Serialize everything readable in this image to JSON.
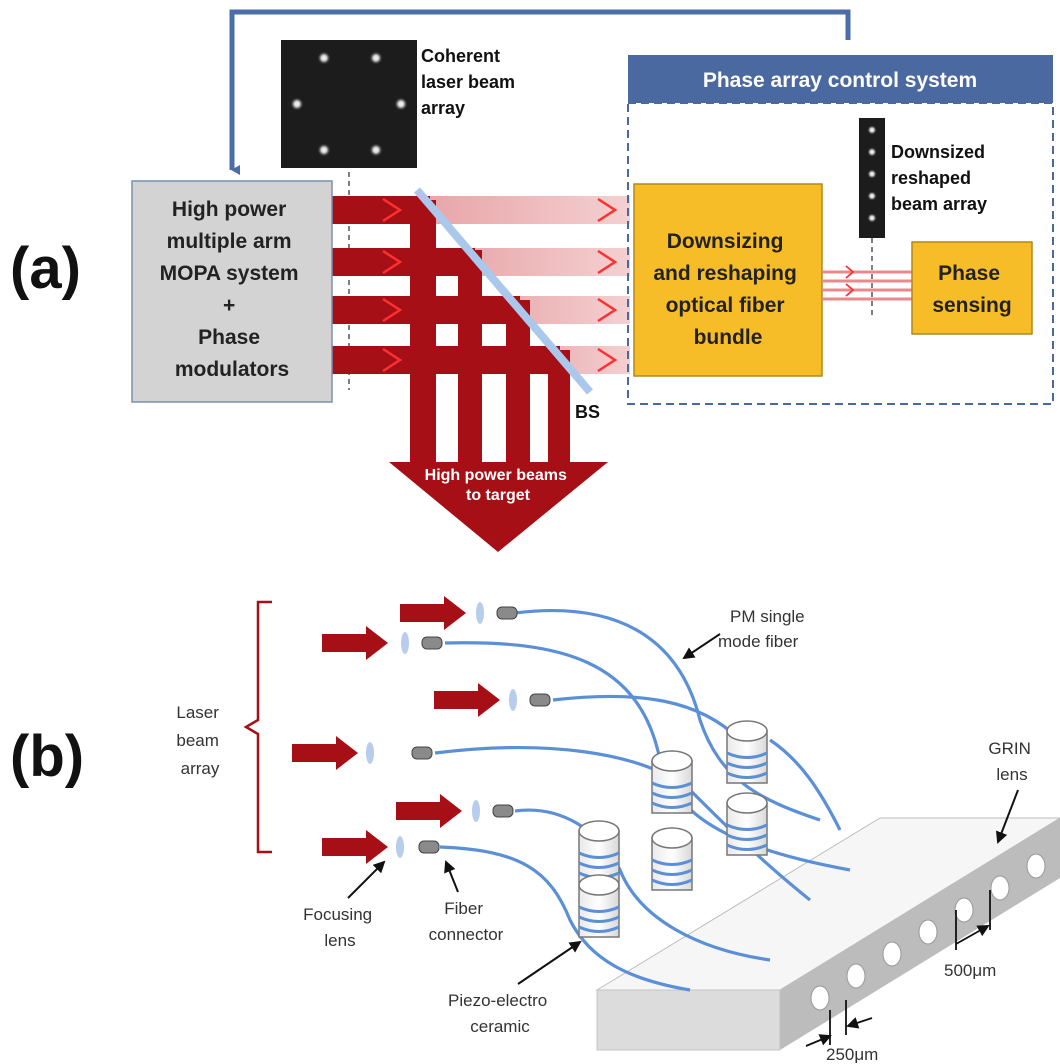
{
  "panel_a": {
    "label": "(a)",
    "laser_system": [
      "High power",
      "multiple arm",
      "MOPA system",
      "+",
      "Phase",
      "modulators"
    ],
    "coherent_array": [
      "Coherent",
      "laser beam",
      "array"
    ],
    "control_title": "Phase array control system",
    "bundle": [
      "Downsizing",
      "and reshaping",
      "optical fiber",
      "bundle"
    ],
    "downsized": [
      "Downsized",
      "reshaped",
      "beam array"
    ],
    "phase_sensing": [
      "Phase",
      "sensing"
    ],
    "bs": "BS",
    "target": [
      "High power beams",
      "to target"
    ],
    "colors": {
      "beam": "#a50f15",
      "box_yellow": "#f6bd28",
      "header_blue": "#4a69a1",
      "feedback_blue": "#4b6ea8",
      "gray_box": "#d3d3d3"
    }
  },
  "panel_b": {
    "label": "(b)",
    "laser_beam_array": [
      "Laser",
      "beam",
      "array"
    ],
    "pm_fiber": [
      "PM single",
      "mode fiber"
    ],
    "grin_lens": [
      "GRIN",
      "lens"
    ],
    "focusing_lens": [
      "Focusing",
      "lens"
    ],
    "fiber_connector": [
      "Fiber",
      "connector"
    ],
    "piezo": [
      "Piezo-electro",
      "ceramic"
    ],
    "dim_500": "500μm",
    "dim_250": "250μm",
    "colors": {
      "fiber": "#5b8fd6",
      "arrow": "#a50f15",
      "block": "#e6e6e6"
    }
  }
}
